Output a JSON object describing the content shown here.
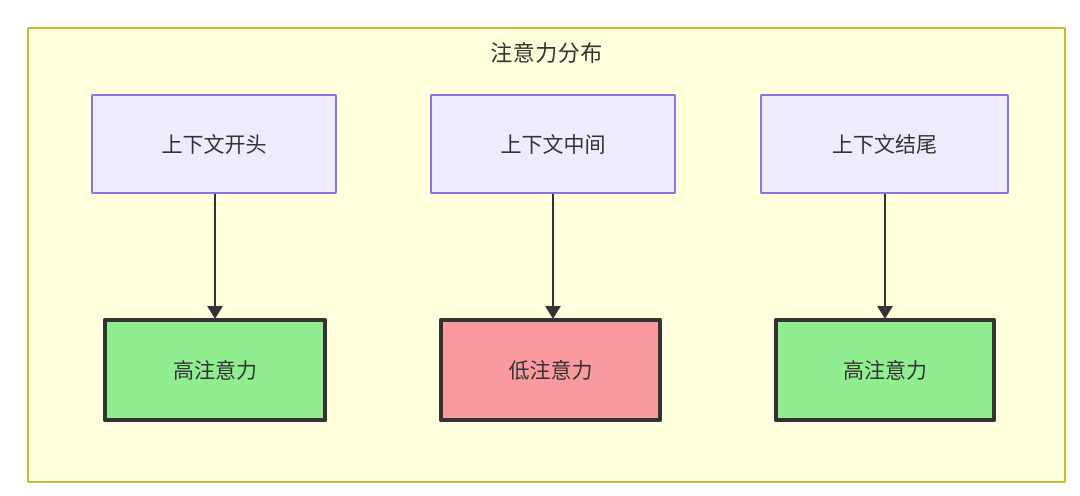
{
  "diagram": {
    "title": "注意力分布",
    "background_color": "#ffffdd",
    "border_color": "#bfbf35",
    "top_nodes": [
      {
        "id": "context-start",
        "label": "上下文开头",
        "fill": "#ececfe",
        "stroke": "#9370db"
      },
      {
        "id": "context-middle",
        "label": "上下文中间",
        "fill": "#ececfe",
        "stroke": "#9370db"
      },
      {
        "id": "context-end",
        "label": "上下文结尾",
        "fill": "#ececfe",
        "stroke": "#9370db"
      }
    ],
    "bottom_nodes": [
      {
        "id": "high-attention-left",
        "label": "高注意力",
        "fill": "#90ee90",
        "stroke": "#333333"
      },
      {
        "id": "low-attention",
        "label": "低注意力",
        "fill": "#fa9a9e",
        "stroke": "#333333"
      },
      {
        "id": "high-attention-right",
        "label": "高注意力",
        "fill": "#90ee90",
        "stroke": "#333333"
      }
    ],
    "edges": [
      {
        "from": "context-start",
        "to": "high-attention-left",
        "label": ""
      },
      {
        "from": "context-middle",
        "to": "low-attention",
        "label": ""
      },
      {
        "from": "context-end",
        "to": "high-attention-right",
        "label": ""
      }
    ]
  }
}
